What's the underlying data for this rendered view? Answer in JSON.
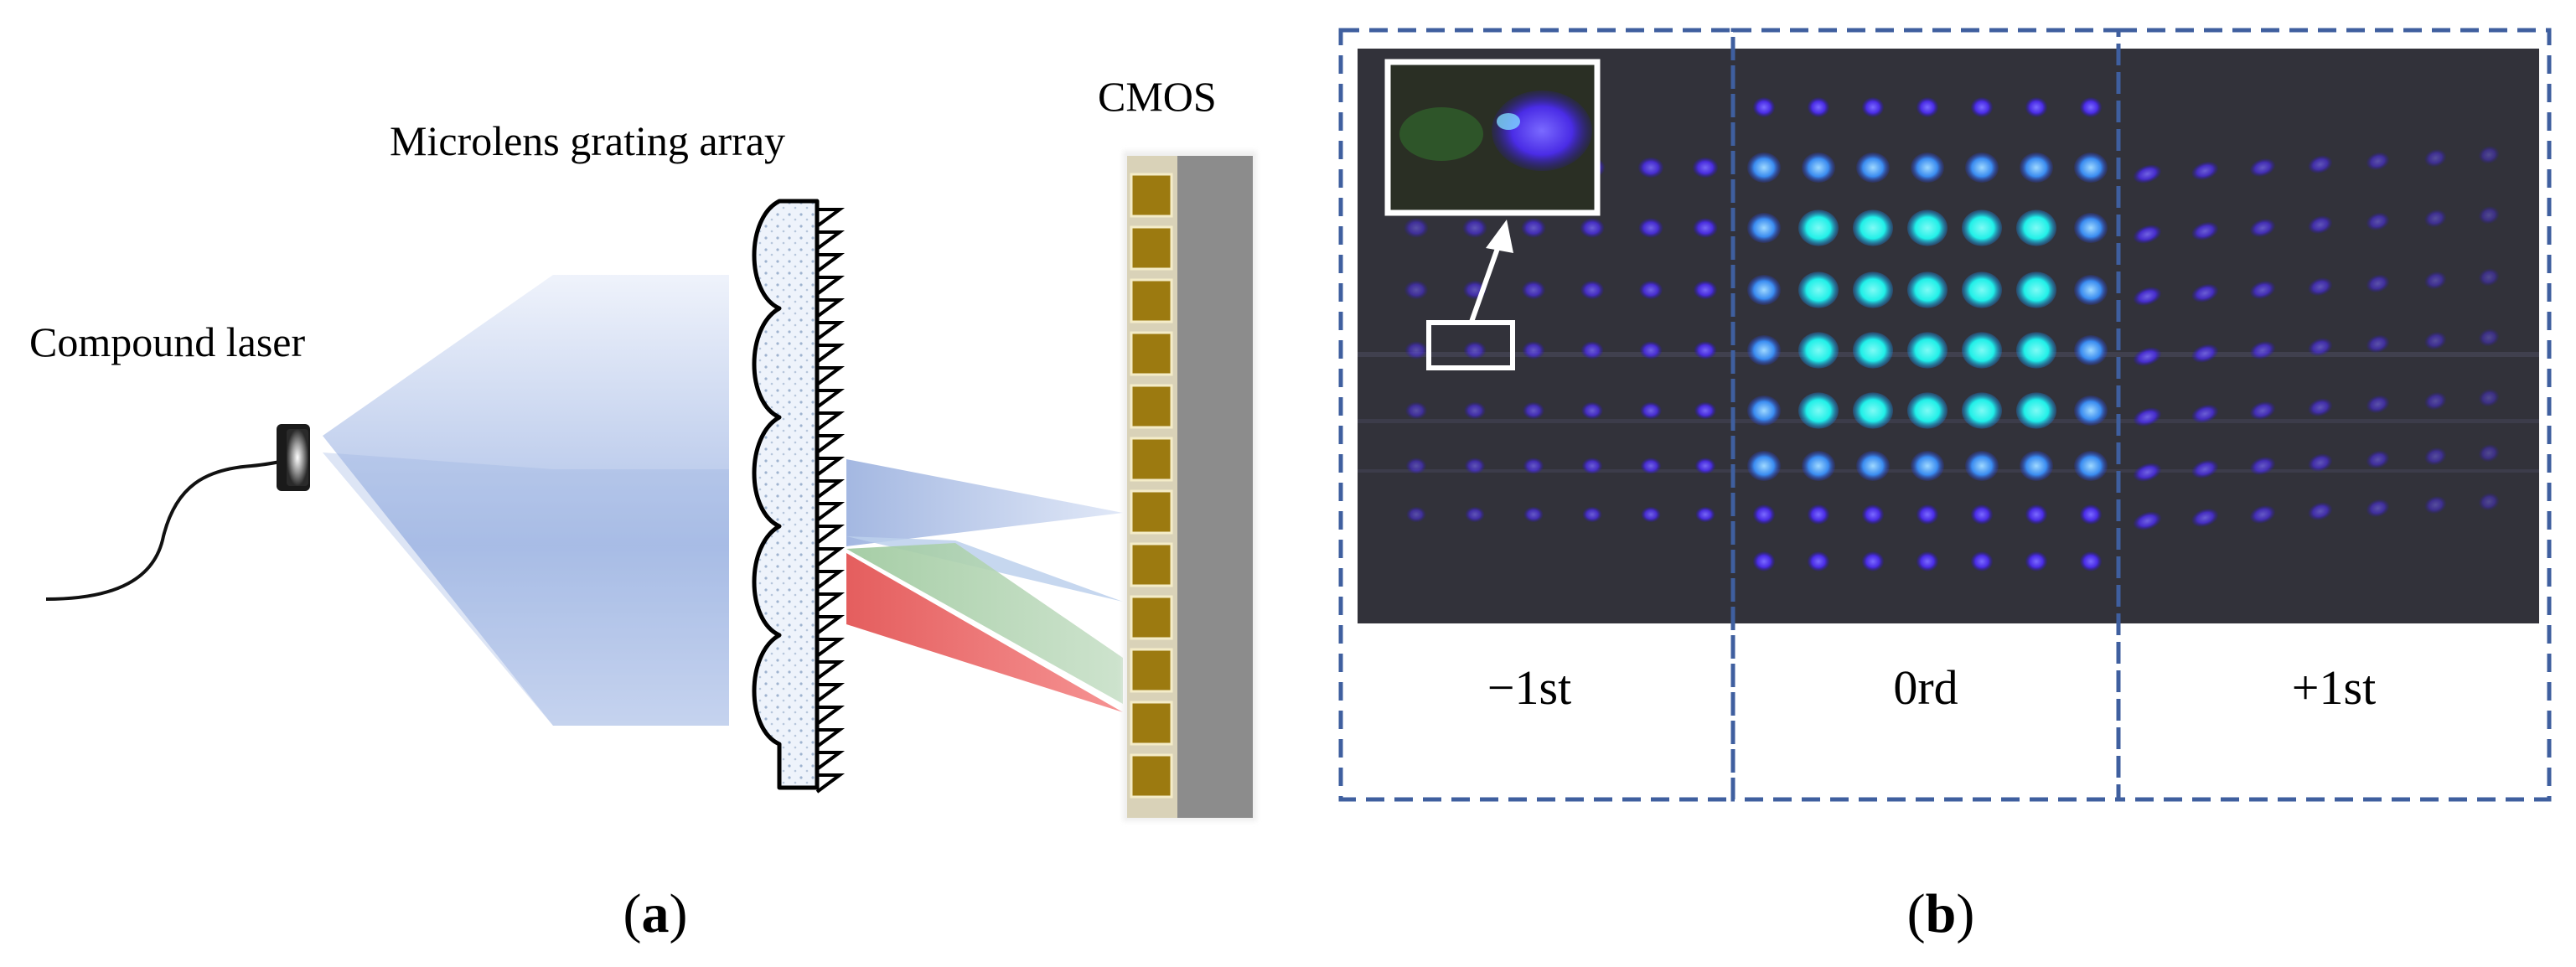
{
  "panel_a": {
    "label_text": "a",
    "components": {
      "laser": "Compound laser",
      "grating": "Microlens grating array",
      "sensor": "CMOS"
    }
  },
  "panel_b": {
    "label_text": "b",
    "orders": [
      "−1st",
      "0rd",
      "+1st"
    ]
  },
  "colors": {
    "frame_dash": "#3f5f9f",
    "beam_blue": "#8fa8dc",
    "beam_red": "#f06060",
    "beam_green": "#8fc08f",
    "spot_center": "#20f0e8",
    "spot_side": "#5a3cf0",
    "cmos_pixel": "#9c7a10",
    "photo_bg": "#2e2e34"
  },
  "icons": [
    "laser-head-icon",
    "cmos-sensor-icon",
    "arrow-icon"
  ]
}
